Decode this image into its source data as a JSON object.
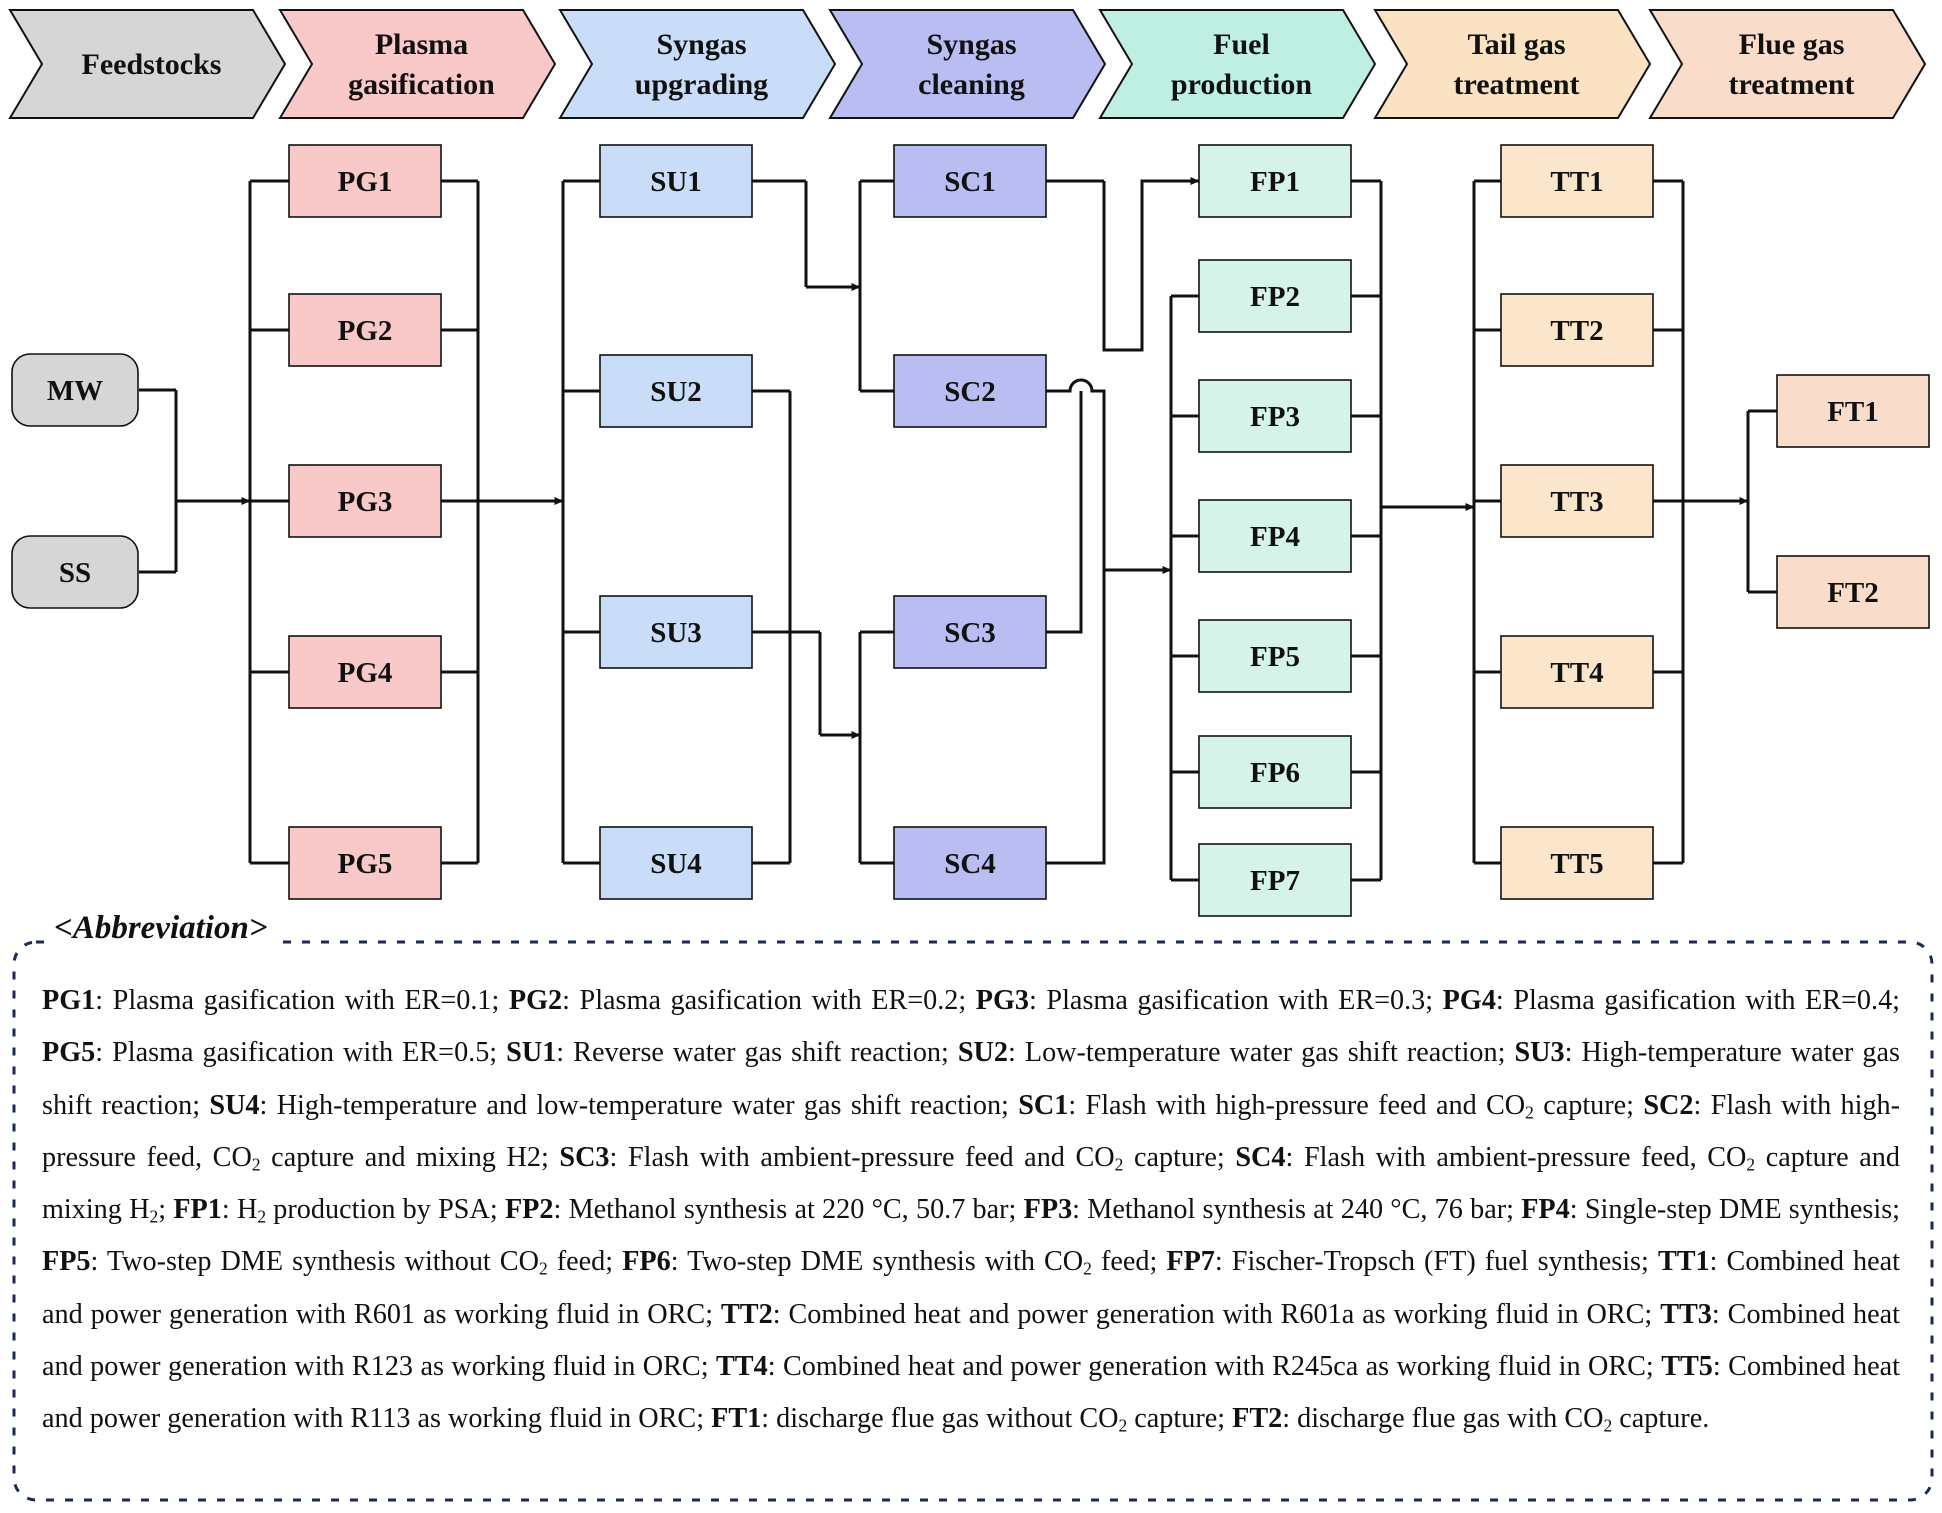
{
  "stages": [
    {
      "key": "feedstocks",
      "lines": [
        "Feedstocks"
      ],
      "color": "#d6d6d6"
    },
    {
      "key": "plasma-gasification",
      "lines": [
        "Plasma",
        "gasification"
      ],
      "color": "#f9c8c8"
    },
    {
      "key": "syngas-upgrading",
      "lines": [
        "Syngas",
        "upgrading"
      ],
      "color": "#c9ddf8"
    },
    {
      "key": "syngas-cleaning",
      "lines": [
        "Syngas",
        "cleaning"
      ],
      "color": "#b9bdf2"
    },
    {
      "key": "fuel-production",
      "lines": [
        "Fuel",
        "production"
      ],
      "color": "#bfeee2"
    },
    {
      "key": "tail-gas-treatment",
      "lines": [
        "Tail gas",
        "treatment"
      ],
      "color": "#fbe2c3"
    },
    {
      "key": "flue-gas-treatment",
      "lines": [
        "Flue gas",
        "treatment"
      ],
      "color": "#f9dcc9"
    }
  ],
  "colors": {
    "feedstock": "#d6d6d6",
    "pg": "#f9c8c8",
    "su": "#c9ddf8",
    "sc": "#b9bdf2",
    "fp": "#d6f3ea",
    "tt": "#fbe6cc",
    "ft": "#f9dcc9",
    "line": "#111111"
  },
  "feedstocks": [
    "MW",
    "SS"
  ],
  "plasma_gasification": [
    "PG1",
    "PG2",
    "PG3",
    "PG4",
    "PG5"
  ],
  "syngas_upgrading": [
    "SU1",
    "SU2",
    "SU3",
    "SU4"
  ],
  "syngas_cleaning": [
    "SC1",
    "SC2",
    "SC3",
    "SC4"
  ],
  "fuel_production": [
    "FP1",
    "FP2",
    "FP3",
    "FP4",
    "FP5",
    "FP6",
    "FP7"
  ],
  "tail_gas_treatment": [
    "TT1",
    "TT2",
    "TT3",
    "TT4",
    "TT5"
  ],
  "flue_gas_treatment": [
    "FT1",
    "FT2"
  ],
  "abbreviation": {
    "title": "<Abbreviation>",
    "entries": [
      {
        "term": "PG1",
        "desc": "Plasma gasification with ER=0.1;"
      },
      {
        "term": "PG2",
        "desc": "Plasma gasification with ER=0.2;"
      },
      {
        "term": "PG3",
        "desc": "Plasma gasification with ER=0.3;"
      },
      {
        "term": "PG4",
        "desc": "Plasma gasification with ER=0.4;"
      },
      {
        "term": "PG5",
        "desc": "Plasma gasification with ER=0.5;"
      },
      {
        "term": "SU1",
        "desc": "Reverse water gas shift reaction;"
      },
      {
        "term": "SU2",
        "desc": "Low-temperature water gas shift reaction;"
      },
      {
        "term": "SU3",
        "desc": "High-temperature water gas shift reaction;"
      },
      {
        "term": "SU4",
        "desc": "High-temperature and low-temperature water gas shift reaction;"
      },
      {
        "term": "SC1",
        "desc": "Flash with high-pressure feed and CO_2 capture;"
      },
      {
        "term": "SC2",
        "desc": "Flash with high-pressure feed, CO_2 capture and mixing H2;"
      },
      {
        "term": "SC3",
        "desc": "Flash with ambient-pressure feed and CO_2 capture;"
      },
      {
        "term": "SC4",
        "desc": "Flash with ambient-pressure feed, CO_2 capture and mixing H_2;"
      },
      {
        "term": "FP1",
        "desc": "H_2 production by PSA;"
      },
      {
        "term": "FP2",
        "desc": "Methanol synthesis at 220 °C, 50.7 bar;"
      },
      {
        "term": "FP3",
        "desc": "Methanol synthesis at 240 °C, 76 bar;"
      },
      {
        "term": "FP4",
        "desc": "Single-step DME synthesis;"
      },
      {
        "term": "FP5",
        "desc": "Two-step DME synthesis without CO_2 feed;"
      },
      {
        "term": "FP6",
        "desc": "Two-step DME synthesis with CO_2 feed;"
      },
      {
        "term": "FP7",
        "desc": "Fischer-Tropsch (FT) fuel synthesis;"
      },
      {
        "term": "TT1",
        "desc": "Combined heat and power generation with R601 as working fluid in ORC;"
      },
      {
        "term": "TT2",
        "desc": "Combined heat and power generation with R601a as working fluid in ORC;"
      },
      {
        "term": "TT3",
        "desc": "Combined heat and power generation with R123 as working fluid in ORC;"
      },
      {
        "term": "TT4",
        "desc": "Combined heat and power generation with R245ca as working fluid in ORC;"
      },
      {
        "term": "TT5",
        "desc": "Combined heat and power generation with R113 as working fluid in ORC;"
      },
      {
        "term": "FT1",
        "desc": "discharge flue gas without CO_2 capture;"
      },
      {
        "term": "FT2",
        "desc": "discharge flue gas with CO_2 capture."
      }
    ]
  }
}
